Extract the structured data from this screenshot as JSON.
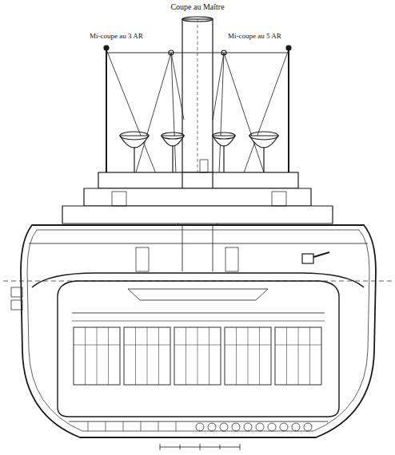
{
  "diagram": {
    "title": "Coupe au Maître",
    "labels": [
      "Mi-coupe au 3 AR",
      "Mi-coupe au 5 AR"
    ]
  }
}
